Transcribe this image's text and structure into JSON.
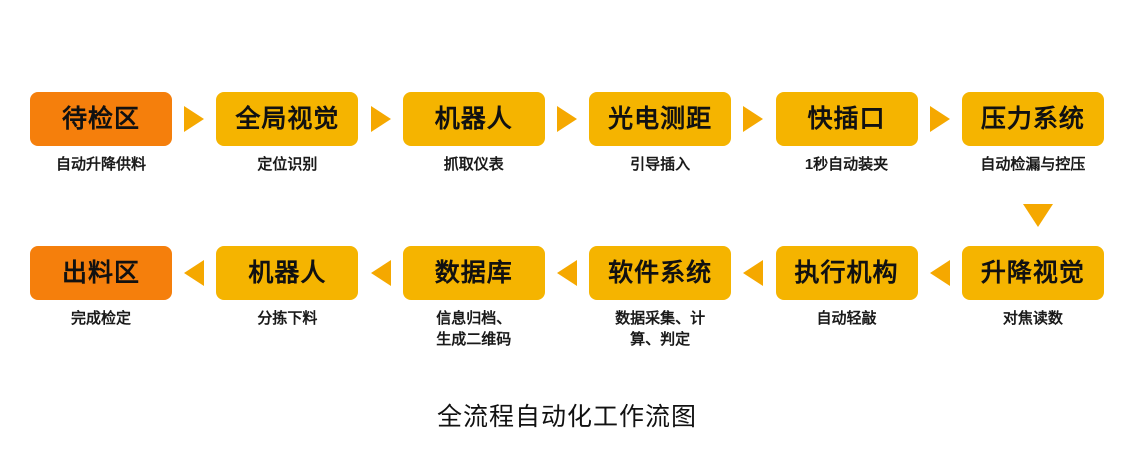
{
  "diagram": {
    "title": "全流程自动化工作流图",
    "colors": {
      "box_default": "#F5B400",
      "box_accent": "#F57F0C",
      "arrow": "#F5A800",
      "text": "#111111",
      "background": "#FFFFFF"
    },
    "rows": [
      {
        "id": "row-1",
        "direction": "left-to-right",
        "nodes": [
          {
            "title": "待检区",
            "caption": "自动升降供料",
            "accent": true
          },
          {
            "title": "全局视觉",
            "caption": "定位识别",
            "accent": false
          },
          {
            "title": "机器人",
            "caption": "抓取仪表",
            "accent": false
          },
          {
            "title": "光电测距",
            "caption": "引导插入",
            "accent": false
          },
          {
            "title": "快插口",
            "caption": "1秒自动装夹",
            "accent": false
          },
          {
            "title": "压力系统",
            "caption": "自动检漏与控压",
            "accent": false
          }
        ]
      },
      {
        "id": "row-2",
        "direction": "right-to-left",
        "nodes": [
          {
            "title": "出料区",
            "caption": "完成检定",
            "accent": true
          },
          {
            "title": "机器人",
            "caption": "分拣下料",
            "accent": false
          },
          {
            "title": "数据库",
            "caption": "信息归档、\n生成二维码",
            "accent": false
          },
          {
            "title": "软件系统",
            "caption": "数据采集、计\n算、判定",
            "accent": false
          },
          {
            "title": "执行机构",
            "caption": "自动轻敲",
            "accent": false
          },
          {
            "title": "升降视觉",
            "caption": "对焦读数",
            "accent": false
          }
        ]
      }
    ],
    "connectors": {
      "row1_arrows": "arrow-right-icon",
      "row2_arrows": "arrow-left-icon",
      "row1_to_row2": "arrow-down-icon"
    }
  }
}
